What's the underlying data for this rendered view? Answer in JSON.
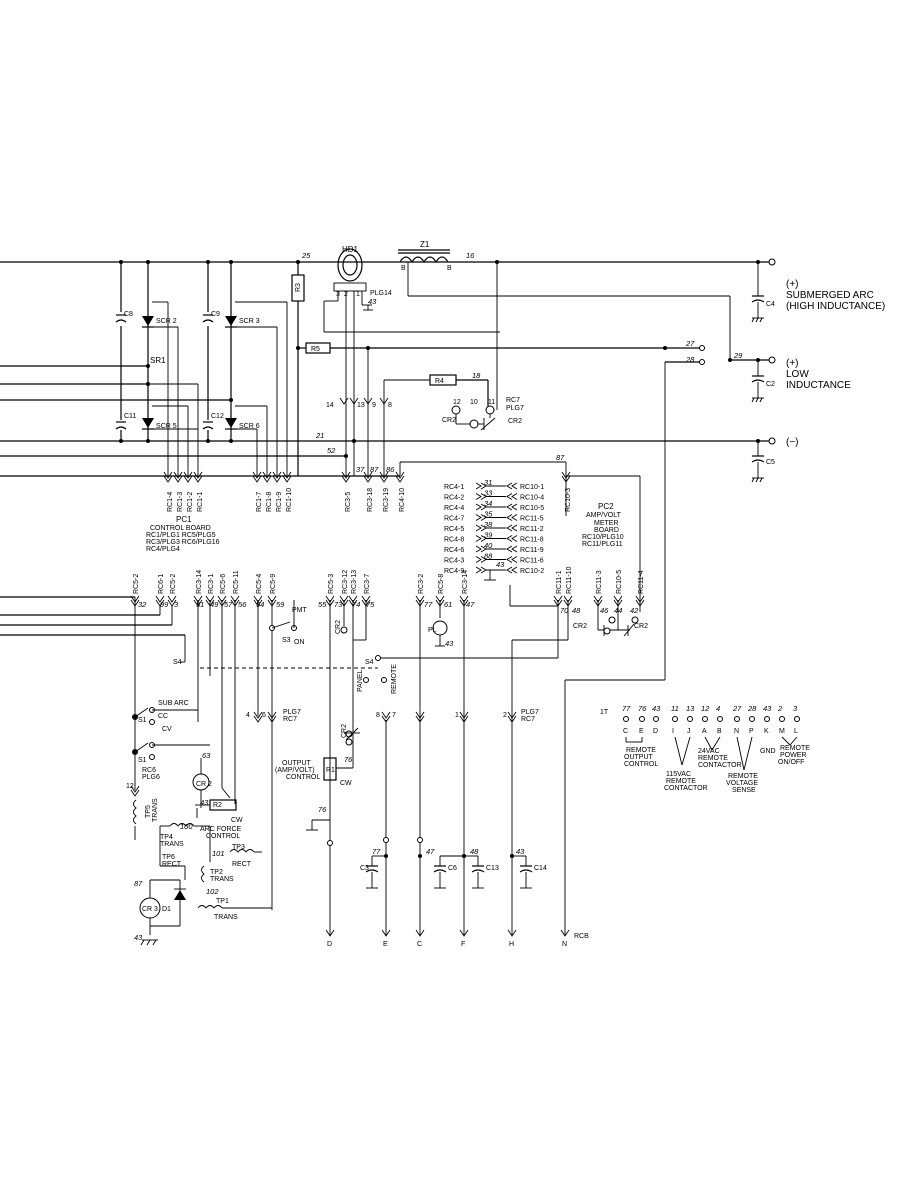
{
  "components": {
    "hd1": "HD1",
    "z1": "Z1",
    "r3": "R3",
    "r5": "R5",
    "r4": "R4",
    "c8": "C8",
    "c9": "C9",
    "c11": "C11",
    "c12": "C12",
    "c4": "C4",
    "c2": "C2",
    "c5": "C5",
    "c3": "C3",
    "c6": "C6",
    "c13": "C13",
    "c14": "C14",
    "scr2": "SCR 2",
    "scr3": "SCR 3",
    "scr5": "SCR 5",
    "scr6": "SCR 6",
    "sr1": "SR1",
    "plg14": "PLG14",
    "plg7": "PLG7",
    "cr2": "CR2",
    "d1": "D1",
    "pl": "PL",
    "s3": "S3",
    "s4": "S4",
    "s1": "S1",
    "r1": "R1",
    "r2": "R2",
    "rcb": "RCB"
  },
  "outputs": {
    "sub_arc": [
      "(+)",
      "SUBMERGED ARC",
      "(HIGH INDUCTANCE)"
    ],
    "low_ind": [
      "(+)",
      "LOW",
      "INDUCTANCE"
    ],
    "neg": "(−)"
  },
  "pc1": [
    "PC1",
    "CONTROL BOARD",
    "RC1/PLG1  RC5/PLG5",
    "RC3/PLG3  RC6/PLG16",
    "RC4/PLG4"
  ],
  "pc2": [
    "PC2",
    "AMP/VOLT",
    "METER",
    "BOARD",
    "RC10/PLG10",
    "RC11/PLG11"
  ],
  "wires": [
    "25",
    "16",
    "27",
    "28",
    "29",
    "18",
    "21",
    "52",
    "87",
    "37",
    "87",
    "86",
    "32",
    "99",
    "3",
    "51",
    "49",
    "57",
    "56",
    "54",
    "59",
    "55",
    "73",
    "74",
    "75",
    "77",
    "61",
    "47",
    "70",
    "48",
    "46",
    "44",
    "42",
    "43",
    "63",
    "43",
    "100",
    "101",
    "102",
    "87",
    "43",
    "76",
    "76",
    "77",
    "47",
    "48",
    "43",
    "43"
  ],
  "plug_pins_top": [
    "RC1-4",
    "RC1-3",
    "RC1-2",
    "RC1-1",
    "RC1-7",
    "RC1-8",
    "RC1-9",
    "RC1-10",
    "RC3-5",
    "RC3-18",
    "RC3-19",
    "RC4-10",
    "RC10-3"
  ],
  "rc4_rc10": [
    [
      "RC4-1",
      "31",
      "RC10-1"
    ],
    [
      "RC4-2",
      "33",
      "RC10-4"
    ],
    [
      "RC4-4",
      "34",
      "RC10-5"
    ],
    [
      "RC4-7",
      "35",
      "RC11-5"
    ],
    [
      "RC4-5",
      "38",
      "RC11-2"
    ],
    [
      "RC4-8",
      "39",
      "RC11-8"
    ],
    [
      "RC4-6",
      "40",
      "RC11-9"
    ],
    [
      "RC4-3",
      "88",
      "RC11-6"
    ],
    [
      "RC4-9",
      "",
      "RC10-2"
    ]
  ],
  "row_pins": [
    "RC5-2",
    "RC6-1",
    "RC5-2",
    "RC3-14",
    "RC3-1",
    "RC5-6",
    "RC5-11",
    "RC5-4",
    "RC5-9",
    "RC5-3",
    "RC3-12",
    "RC3-13",
    "RC3-7",
    "RC3-2",
    "RC5-8",
    "RC3-14",
    "RC11-1",
    "RC11-10",
    "RC11-3",
    "RC10-5",
    "RC11-4"
  ],
  "switch_labels": {
    "pmt": "PMT",
    "on": "ON",
    "sub_arc": "SUB ARC",
    "cc": "CC",
    "cv": "CV",
    "panel": "PANEL",
    "remote": "REMOTE",
    "rc6_plg6": [
      "RC6",
      "PLG6"
    ]
  },
  "controls": {
    "output": [
      "OUTPUT",
      "(AMP/VOLT)",
      "CONTROL"
    ],
    "cw": "CW",
    "arc_force": [
      "ARC FORCE",
      "CONTROL"
    ]
  },
  "transformers": {
    "tp5": "TP5",
    "trans": "TRANS",
    "tp4": "TP4",
    "tp6": "TP6",
    "rect": "RECT",
    "tp3": "TP3",
    "tp2": "TP2",
    "tp1": "TP1",
    "cr3": "CR 3",
    "cr2b": "CR 2"
  },
  "bus_letters": [
    "D",
    "E",
    "C",
    "F",
    "H",
    "N"
  ],
  "remote": {
    "nums": [
      "77",
      "76",
      "43",
      "11",
      "13",
      "12",
      "4",
      "27",
      "28",
      "43",
      "2",
      "3"
    ],
    "letters": [
      "C",
      "E",
      "D",
      "I",
      "J",
      "A",
      "B",
      "N",
      "P",
      "K",
      "M",
      "L"
    ],
    "first": "1T",
    "groups": [
      [
        "REMOTE",
        "OUTPUT",
        "CONTROL"
      ],
      [
        "115VAC",
        "REMOTE",
        "CONTACTOR"
      ],
      [
        "24VAC",
        "REMOTE",
        "CONTACTOR"
      ],
      [
        "REMOTE",
        "VOLTAGE",
        "SENSE"
      ],
      [
        "GND"
      ],
      [
        "REMOTE",
        "POWER",
        "ON/OFF"
      ]
    ]
  }
}
